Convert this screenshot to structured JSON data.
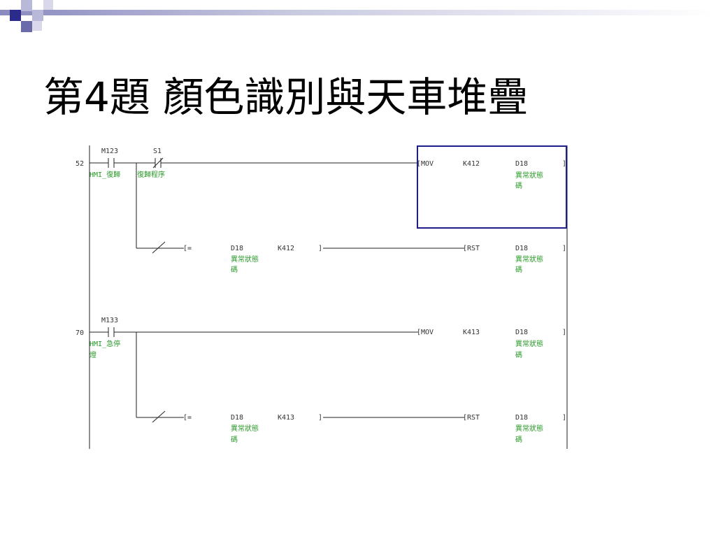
{
  "slide": {
    "title": "第4題  顏色識別與天車堆疊"
  },
  "ladder": {
    "rung1": {
      "step": "52",
      "contact1": {
        "device": "M123",
        "comment": "HMI_復歸"
      },
      "contact2": {
        "device": "S1",
        "comment": "復歸程序"
      },
      "mov": {
        "instr": "[MOV",
        "src": "K412",
        "dst": "D18",
        "close": "]",
        "dst_comment_1": "異常狀態",
        "dst_comment_2": "碼"
      },
      "compare": {
        "open": "[=",
        "op1": "D18",
        "op1_comment_1": "異常狀態",
        "op1_comment_2": "碼",
        "op2": "K412",
        "close": "]"
      },
      "rst": {
        "instr": "[RST",
        "dst": "D18",
        "close": "]",
        "dst_comment_1": "異常狀態",
        "dst_comment_2": "碼"
      }
    },
    "rung2": {
      "step": "70",
      "contact1": {
        "device": "M133",
        "comment_1": "HMI_急停",
        "comment_2": "燈"
      },
      "mov": {
        "instr": "[MOV",
        "src": "K413",
        "dst": "D18",
        "close": "]",
        "dst_comment_1": "異常狀態",
        "dst_comment_2": "碼"
      },
      "compare": {
        "open": "[=",
        "op1": "D18",
        "op1_comment_1": "異常狀態",
        "op1_comment_2": "碼",
        "op2": "K413",
        "close": "]"
      },
      "rst": {
        "instr": "[RST",
        "dst": "D18",
        "close": "]",
        "dst_comment_1": "異常狀態",
        "dst_comment_2": "碼"
      }
    }
  },
  "colors": {
    "accent": "#2b2b8c",
    "selection_box": "#1e1e8a",
    "comment_text": "#2a9a2a"
  }
}
